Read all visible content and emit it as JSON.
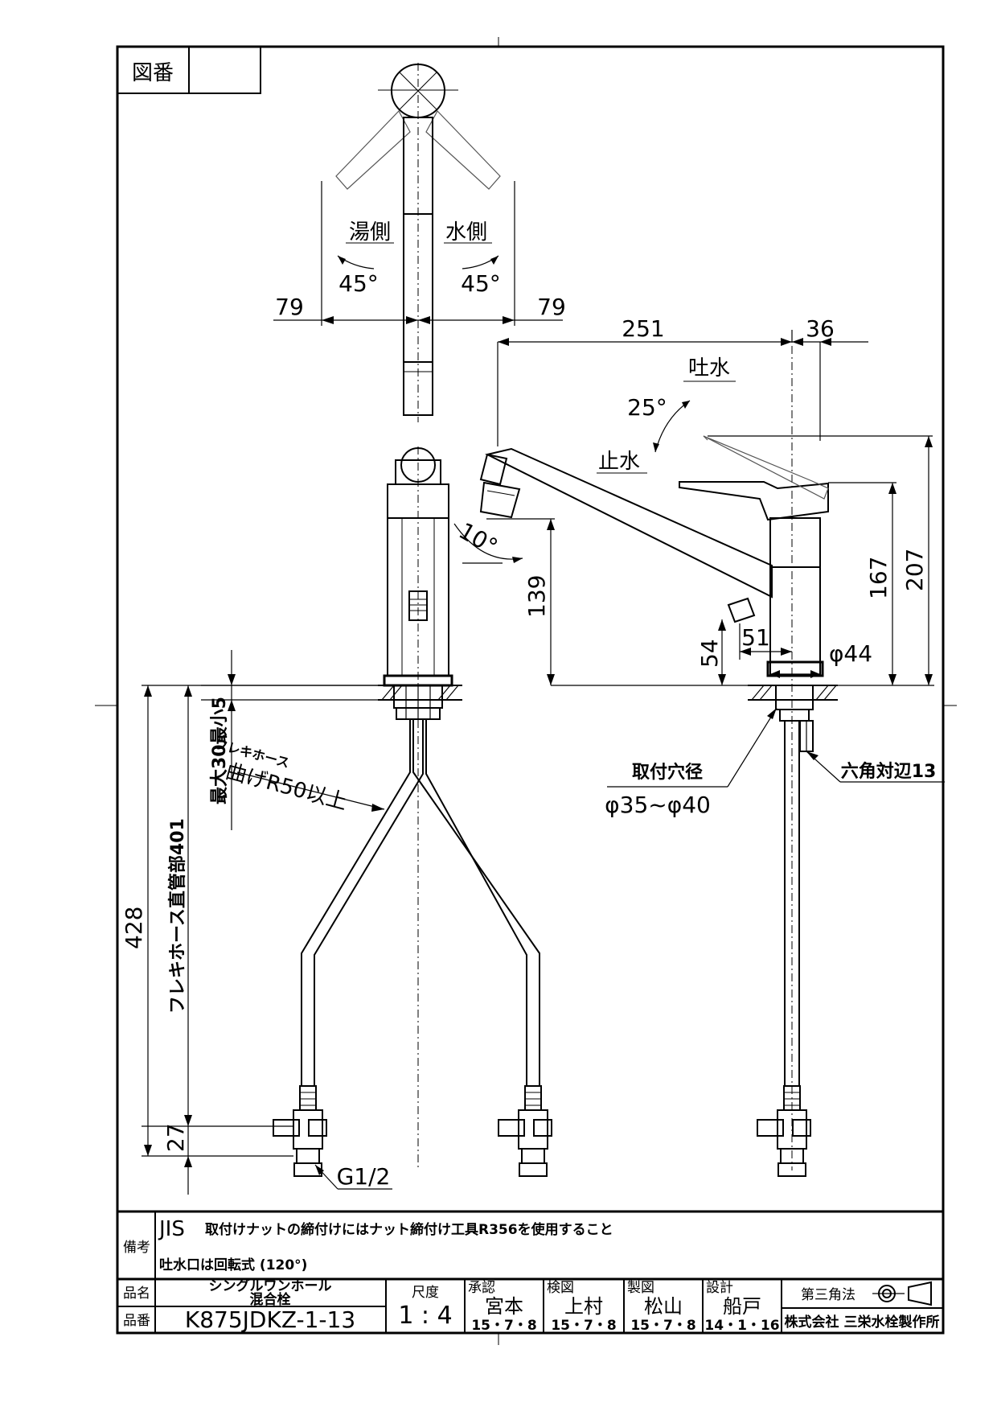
{
  "drawing_no_label": "図番",
  "top_view": {
    "hot_side": "湯側",
    "cold_side": "水側",
    "angle_left": "45°",
    "angle_right": "45°",
    "dim_left": "79",
    "dim_right": "79"
  },
  "side_view": {
    "spout_reach": "251",
    "body_offset": "36",
    "discharge": "吐水",
    "stop": "止水",
    "lever_angle": "25°",
    "spout_angle": "10°",
    "spout_height": "139",
    "lever_height": "167",
    "total_height": "207",
    "outlet_height": "54",
    "outlet_offset": "51",
    "body_diameter": "φ44",
    "mount_hole_label": "取付穴径",
    "mount_hole_range": "φ35~φ40",
    "hex_label": "六角対辺13"
  },
  "front_view": {
    "flex_hose": "フレキホース",
    "bend_radius": "曲げR50以上",
    "max_thickness": "最大30最小5",
    "hose_straight": "フレキホース直管部401",
    "total_length": "428",
    "fitting_length": "27",
    "thread": "G1/2"
  },
  "title_block": {
    "remarks_label": "備考",
    "remark_std": "JIS",
    "remark_1": "取付けナットの締付けにはナット締付け工具R356を使用すること",
    "remark_2": "吐水口は回転式 (120°)",
    "product_name_label": "品名",
    "product_name_1": "シングルワンホール",
    "product_name_2": "混合栓",
    "product_no_label": "品番",
    "product_no": "K875JDKZ-1-13",
    "scale_label": "尺度",
    "scale_value": "1 : 4",
    "approve_label": "承認",
    "approve_name": "宮本",
    "approve_date": "15・7・8",
    "check_label": "検図",
    "check_name": "上村",
    "check_date": "15・7・8",
    "draft_label": "製図",
    "draft_name": "松山",
    "draft_date": "15・7・8",
    "design_label": "設計",
    "design_name": "船戸",
    "design_date": "14・1・16",
    "projection_label": "第三角法",
    "company": "株式会社 三栄水栓製作所"
  }
}
